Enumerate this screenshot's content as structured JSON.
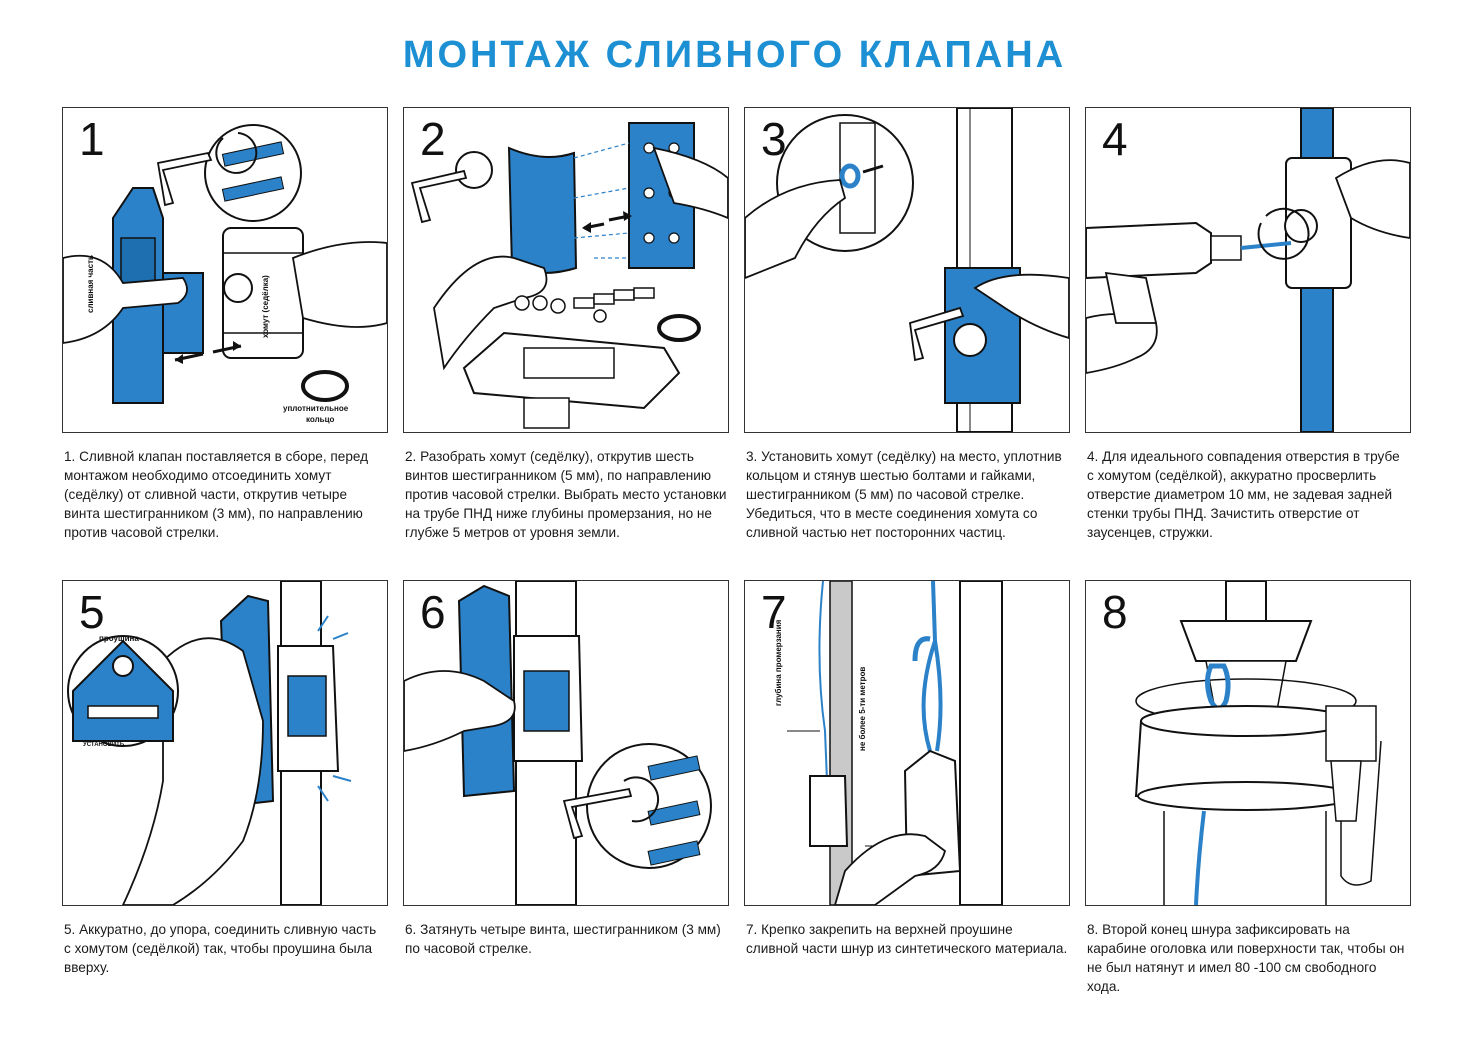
{
  "title": "МОНТАЖ СЛИВНОГО КЛАПАНА",
  "colors": {
    "accent": "#1d8fd3",
    "part_blue": "#2b82c9",
    "line": "#1a1a1a"
  },
  "steps": [
    {
      "number": "1",
      "caption": "1. Сливной клапан поставляется в сборе, перед монтажом необходимо отсоединить хомут (седёлку) от сливной части, открутив четыре винта шестигранником (3 мм), по направлению против часовой стрелки.",
      "labels": {
        "drain": "сливная часть",
        "clamp": "хомут (седёлка)",
        "ring_1": "уплотнительное",
        "ring_2": "кольцо"
      }
    },
    {
      "number": "2",
      "caption": "2. Разобрать хомут (седёлку), открутив шесть винтов шестигранником (5 мм), по направлению против часовой стрелки. Выбрать место установки на трубе ПНД ниже глубины промерзания, но не глубже 5 метров от уровня земли."
    },
    {
      "number": "3",
      "caption": "3. Установить хомут (седёлку) на место, уплотнив кольцом и стянув шестью болтами и гайками, шестигранником (5 мм) по часовой стрелке. Убедиться, что в месте соединения хомута со сливной частью нет посторонних частиц."
    },
    {
      "number": "4",
      "caption": "4. Для идеального совпадения отверстия в трубе с хомутом (седёлкой), аккуратно просверлить отверстие диаметром 10 мм, не задевая задней стенки трубы ПНД. Зачистить отверстие от заусенцев, стружки."
    },
    {
      "number": "5",
      "caption": "5. Аккуратно, до упора, соединить сливную часть с хомутом (седёлкой) так, чтобы проушина была вверху.",
      "labels": {
        "lug": "проушина",
        "install": "УСТАНОВИТЬ"
      }
    },
    {
      "number": "6",
      "caption": "6. Затянуть четыре винта, шестигранником (3 мм) по часовой стрелке."
    },
    {
      "number": "7",
      "caption": "7. Крепко закрепить на верхней проушине сливной части шнур из синтетического материала.",
      "labels": {
        "depth": "глубина промерзания",
        "max": "не более 5-ти метров"
      }
    },
    {
      "number": "8",
      "caption": "8. Второй конец шнура зафиксировать на карабине оголовка или поверхности так, чтобы он не был натянут и имел 80 -100 см свободного хода."
    }
  ]
}
